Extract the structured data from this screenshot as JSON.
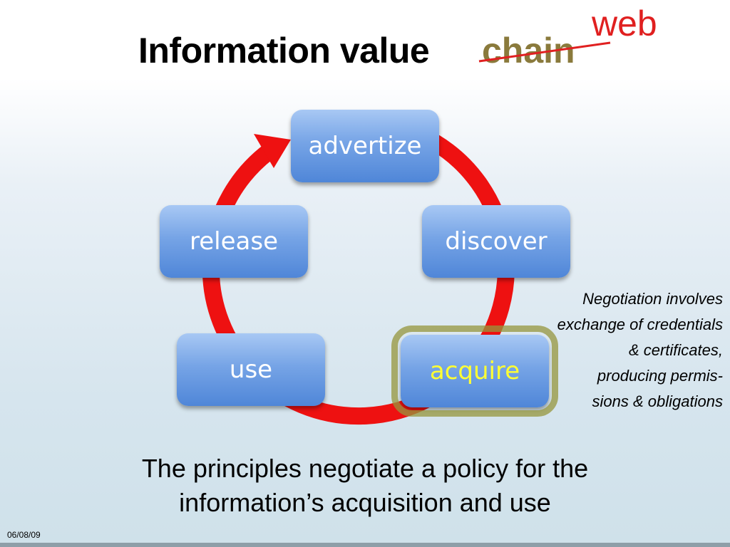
{
  "title": {
    "main": "Information value",
    "struck": "chain",
    "replacement": "web"
  },
  "cycle": {
    "nodes": [
      {
        "label": "advertize",
        "highlighted": false
      },
      {
        "label": "discover",
        "highlighted": false
      },
      {
        "label": "acquire",
        "highlighted": true
      },
      {
        "label": "use",
        "highlighted": false
      },
      {
        "label": "release",
        "highlighted": false
      }
    ],
    "arrow_color": "#ee1111",
    "node_color": "#5a8fdc",
    "highlight_text_color": "#ffff33"
  },
  "note": {
    "lines": [
      "Negotiation involves",
      "exchange of credentials",
      "& certificates,",
      "producing permis-",
      "sions & obligations"
    ]
  },
  "caption": {
    "lines": [
      "The principles negotiate a policy for the",
      "information’s acquisition and use"
    ]
  },
  "footer": {
    "date": "06/08/09"
  }
}
